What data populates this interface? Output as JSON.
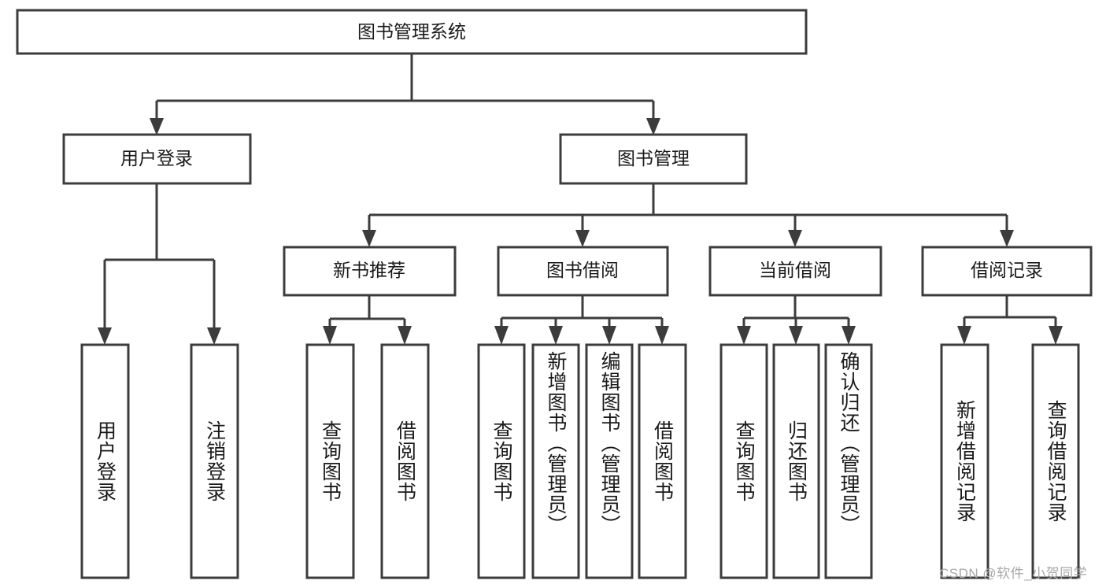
{
  "diagram": {
    "type": "tree-hierarchy",
    "title": "图书管理系统",
    "watermark": "CSDN @软件_小贺同学",
    "colors": {
      "stroke": "#3c3c3c",
      "fill": "#ffffff",
      "text": "#1a1a1a",
      "watermark": "#a8a8a8"
    },
    "levels": {
      "root": [
        "图书管理系统"
      ],
      "level2": [
        "用户登录",
        "图书管理"
      ],
      "level3": [
        "新书推荐",
        "图书借阅",
        "当前借阅",
        "借阅记录"
      ],
      "leaves": [
        "用户登录",
        "注销登录",
        "查询图书",
        "借阅图书",
        "查询图书",
        "新增图书（管理员）",
        "编辑图书（管理员）",
        "借阅图书",
        "查询图书",
        "归还图书",
        "确认归还（管理员）",
        "新增借阅记录",
        "查询借阅记录"
      ]
    },
    "nodes": {
      "root": {
        "label": "图书管理系统"
      },
      "user_login": {
        "label": "用户登录"
      },
      "book_mgmt": {
        "label": "图书管理"
      },
      "new_book_rec": {
        "label": "新书推荐"
      },
      "book_borrow": {
        "label": "图书借阅"
      },
      "current_borrow": {
        "label": "当前借阅"
      },
      "borrow_record": {
        "label": "借阅记录"
      },
      "leaf_user_login": {
        "label": "用户登录"
      },
      "leaf_logout": {
        "label": "注销登录"
      },
      "leaf_query_book_a": {
        "label": "查询图书"
      },
      "leaf_borrow_book_a": {
        "label": "借阅图书"
      },
      "leaf_query_book_b": {
        "label": "查询图书"
      },
      "leaf_add_book": {
        "label": "新增图书（管理员）"
      },
      "leaf_edit_book": {
        "label": "编辑图书（管理员）"
      },
      "leaf_borrow_book_b": {
        "label": "借阅图书"
      },
      "leaf_query_book_c": {
        "label": "查询图书"
      },
      "leaf_return_book": {
        "label": "归还图书"
      },
      "leaf_confirm_return": {
        "label": "确认归还（管理员）"
      },
      "leaf_add_record": {
        "label": "新增借阅记录"
      },
      "leaf_query_record": {
        "label": "查询借阅记录"
      }
    },
    "edges": [
      {
        "from": "root",
        "to": "user_login"
      },
      {
        "from": "root",
        "to": "book_mgmt"
      },
      {
        "from": "user_login",
        "to": "leaf_user_login"
      },
      {
        "from": "user_login",
        "to": "leaf_logout"
      },
      {
        "from": "book_mgmt",
        "to": "new_book_rec"
      },
      {
        "from": "book_mgmt",
        "to": "book_borrow"
      },
      {
        "from": "book_mgmt",
        "to": "current_borrow"
      },
      {
        "from": "book_mgmt",
        "to": "borrow_record"
      },
      {
        "from": "new_book_rec",
        "to": "leaf_query_book_a"
      },
      {
        "from": "new_book_rec",
        "to": "leaf_borrow_book_a"
      },
      {
        "from": "book_borrow",
        "to": "leaf_query_book_b"
      },
      {
        "from": "book_borrow",
        "to": "leaf_add_book"
      },
      {
        "from": "book_borrow",
        "to": "leaf_edit_book"
      },
      {
        "from": "book_borrow",
        "to": "leaf_borrow_book_b"
      },
      {
        "from": "current_borrow",
        "to": "leaf_query_book_c"
      },
      {
        "from": "current_borrow",
        "to": "leaf_return_book"
      },
      {
        "from": "current_borrow",
        "to": "leaf_confirm_return"
      },
      {
        "from": "borrow_record",
        "to": "leaf_add_record"
      },
      {
        "from": "borrow_record",
        "to": "leaf_query_record"
      }
    ]
  }
}
